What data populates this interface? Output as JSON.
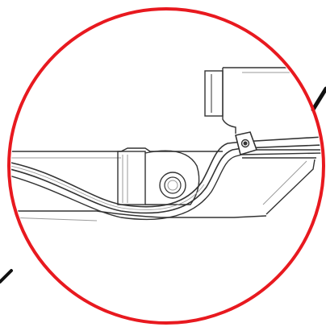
{
  "diagram": {
    "colors": {
      "callout_ring": "#e8191f",
      "leader_line": "#111111",
      "line_art": "#333333",
      "grey_line": "#9a9a9a",
      "background": "#ffffff"
    },
    "parts": [
      "magnified-view-ring",
      "leader-line",
      "frame-rail",
      "bracket-block",
      "mounting-boss",
      "cable-harness",
      "cable-clip"
    ]
  }
}
